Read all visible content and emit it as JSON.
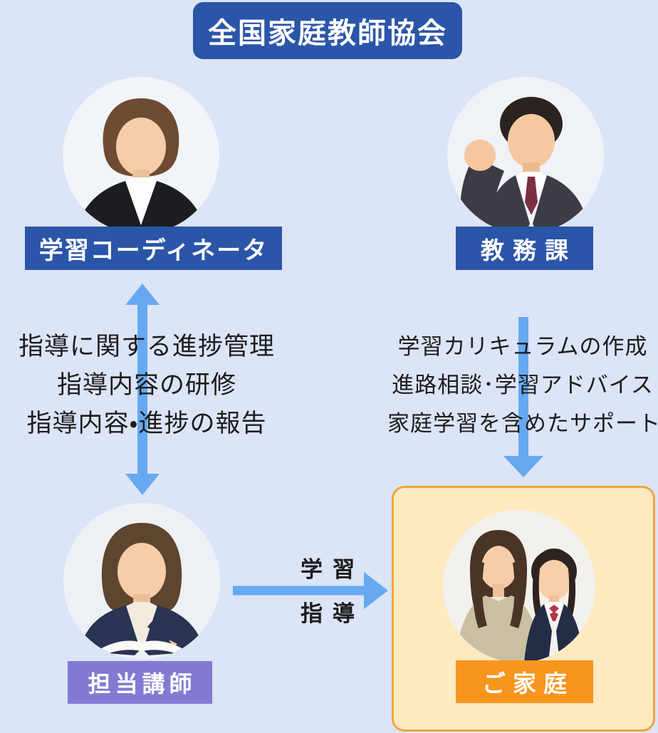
{
  "title": "全国家庭教師協会",
  "colors": {
    "background": "#dce4f7",
    "primary_blue": "#2b55a8",
    "arrow_blue": "#66a9f1",
    "instructor_purple": "#837ad4",
    "family_orange": "#f8951d",
    "family_box_fill": "#fdeac0",
    "family_box_border": "#efa63e",
    "text": "#1d1d1d"
  },
  "nodes": {
    "coordinator": {
      "label": "学習コーディネータ",
      "photo": "businesswoman-portrait"
    },
    "academic_affairs": {
      "label": "教務課",
      "photo": "businessman-fist-pump-portrait"
    },
    "instructor": {
      "label": "担当講師",
      "photo": "female-teacher-with-book-portrait"
    },
    "family": {
      "label": "ご家庭",
      "photo": "mother-and-daughter-portrait"
    }
  },
  "edges": {
    "coordinator_instructor": {
      "type": "double-headed-vertical-arrow",
      "notes": [
        "指導に関する進捗管理",
        "指導内容の研修",
        "指導内容・進捗の報告"
      ]
    },
    "academic_to_family": {
      "type": "down-arrow",
      "notes": [
        "学習カリキュラムの作成",
        "進路相談･学習アドバイス",
        "家庭学習を含めたサポート"
      ]
    },
    "instructor_to_family": {
      "type": "right-arrow",
      "label_top": "学習",
      "label_bottom": "指導"
    }
  }
}
